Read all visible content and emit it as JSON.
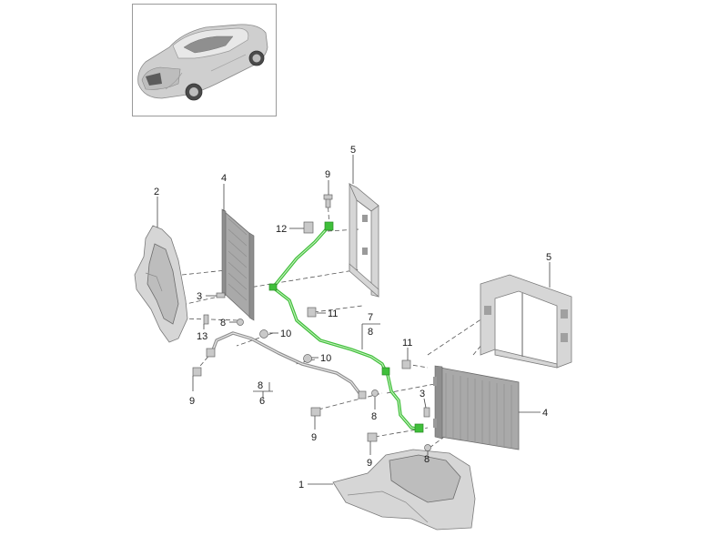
{
  "colors": {
    "highlight_hose": "#3fbf3a",
    "thumbnail_border": "#9a9a9a"
  },
  "callouts": [
    {
      "id": "label-2",
      "text": "2"
    },
    {
      "id": "label-4-left",
      "text": "4"
    },
    {
      "id": "label-9-top",
      "text": "9"
    },
    {
      "id": "label-12",
      "text": "12"
    },
    {
      "id": "label-5-top",
      "text": "5"
    },
    {
      "id": "label-5-right",
      "text": "5"
    },
    {
      "id": "label-3-left",
      "text": "3"
    },
    {
      "id": "label-11-upper",
      "text": "11"
    },
    {
      "id": "label-8-left",
      "text": "8"
    },
    {
      "id": "label-13",
      "text": "13"
    },
    {
      "id": "label-10-upper",
      "text": "10"
    },
    {
      "id": "label-7",
      "text": "7"
    },
    {
      "id": "label-8-group7",
      "text": "8"
    },
    {
      "id": "label-11-lower",
      "text": "11"
    },
    {
      "id": "label-10-lower",
      "text": "10"
    },
    {
      "id": "label-9-left",
      "text": "9"
    },
    {
      "id": "label-8-group6",
      "text": "8"
    },
    {
      "id": "label-6",
      "text": "6"
    },
    {
      "id": "label-3-right",
      "text": "3"
    },
    {
      "id": "label-4-right",
      "text": "4"
    },
    {
      "id": "label-8-mid",
      "text": "8"
    },
    {
      "id": "label-9-mid",
      "text": "9"
    },
    {
      "id": "label-8-bottom",
      "text": "8"
    },
    {
      "id": "label-9-bottom",
      "text": "9"
    },
    {
      "id": "label-1",
      "text": "1"
    }
  ]
}
